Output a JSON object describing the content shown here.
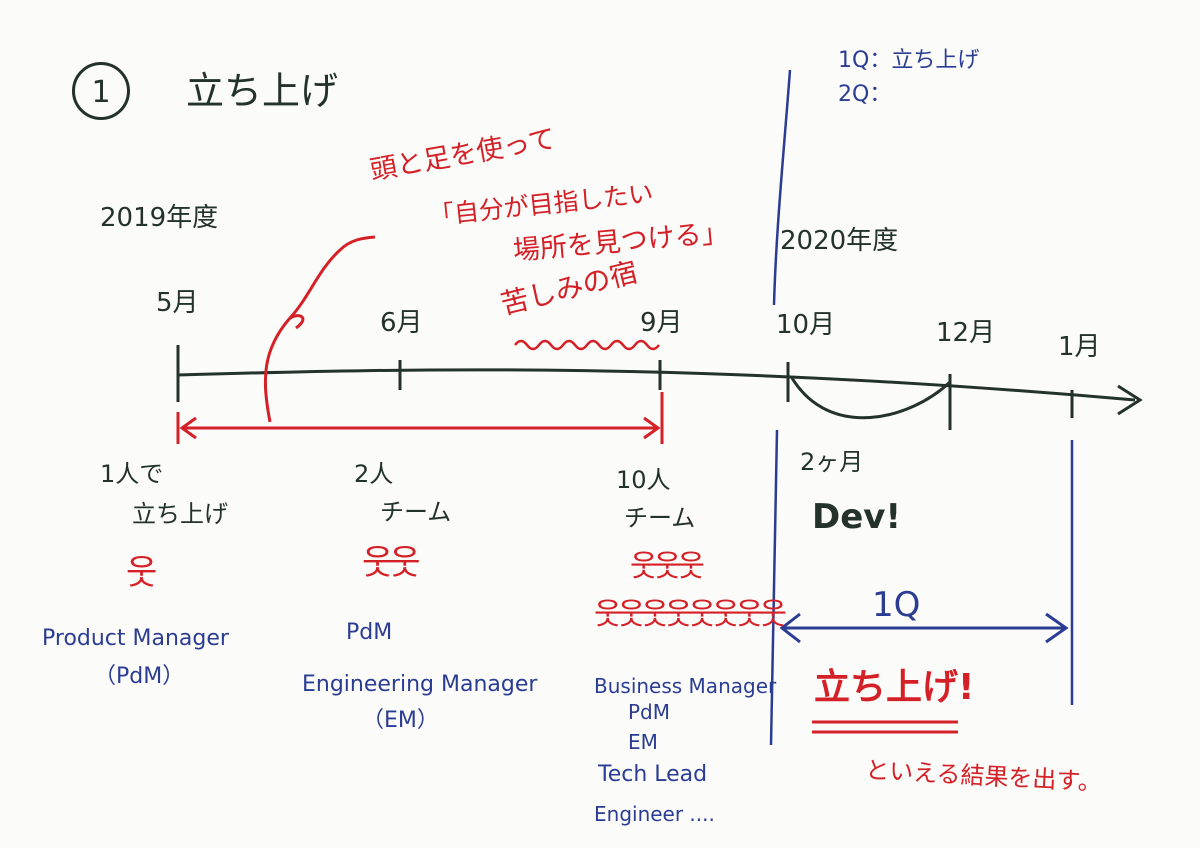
{
  "section": {
    "number": "1",
    "title": "立ち上げ"
  },
  "quarter_notes": {
    "q1": "1Q：立ち上げ",
    "q2": "2Q："
  },
  "fiscal_years": {
    "fy2019": "2019年度",
    "fy2020": "2020年度"
  },
  "annotation": {
    "line1": "頭と足を使って",
    "line2": "「自分が目指したい",
    "line3": "場所を見つける」",
    "line4": "苦しみの宿"
  },
  "months": [
    "5月",
    "6月",
    "9月",
    "10月",
    "12月",
    "1月"
  ],
  "phases": [
    {
      "team_line1": "1人で",
      "team_line2": "立ち上げ",
      "figures": 1,
      "roles": [
        "Product Manager",
        "（PdM）"
      ]
    },
    {
      "team_line1": "2人",
      "team_line2": "チーム",
      "figures": 2,
      "roles": [
        "PdM",
        "Engineering Manager",
        "（EM）"
      ]
    },
    {
      "team_line1": "10人",
      "team_line2": "チーム",
      "figures": 11,
      "roles": [
        "Business Manager",
        "PdM",
        "EM",
        "Tech Lead",
        "Engineer ...."
      ]
    }
  ],
  "dev_period": {
    "duration": "2ヶ月",
    "label": "Dev!",
    "quarter": "1Q",
    "result_main": "立ち上げ!",
    "result_sub": "といえる結果を出す。"
  },
  "colors": {
    "ink_green": "#23322a",
    "ink_red": "#d42027",
    "ink_blue": "#2b3c93",
    "paper": "#fbfbf9"
  },
  "icons": [
    "stick-figure-icon",
    "arrow-right-icon",
    "double-arrow-icon",
    "person-head-icon"
  ]
}
